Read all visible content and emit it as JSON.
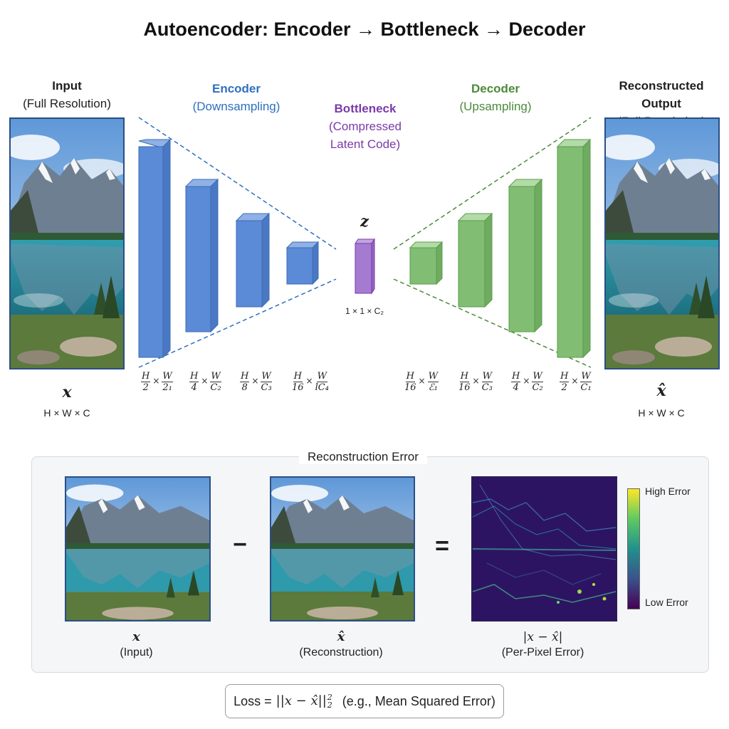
{
  "title": "Autoencoder: Encoder → Bottleneck → Decoder",
  "input": {
    "heading": "Input",
    "sub": "(Full Resolution)",
    "var": "x",
    "dims": "H × W × C"
  },
  "output": {
    "heading": "Reconstructed Output",
    "sub": "(Full Resolution)",
    "var": "x̂",
    "dims": "H × W × C"
  },
  "encoder": {
    "heading": "Encoder",
    "sub": "(Downsampling)",
    "color": "#5b8ad6"
  },
  "decoder": {
    "heading": "Decoder",
    "sub": "(Upsampling)",
    "color": "#82bd74"
  },
  "bottleneck": {
    "heading": "Bottleneck",
    "sub1": "(Compressed",
    "sub2": "Latent Code)",
    "var": "z",
    "dims": "1 × 1 × C₂",
    "color": "#a57bd1"
  },
  "encoder_dims": [
    {
      "hn": "H",
      "hd": "2",
      "wn": "W",
      "wd": "2₁"
    },
    {
      "hn": "H",
      "hd": "4",
      "wn": "W",
      "wd": "C₂"
    },
    {
      "hn": "H",
      "hd": "8",
      "wn": "W",
      "wd": "C₃"
    },
    {
      "hn": "H",
      "hd": "16",
      "wn": "W",
      "wd": "lC₄"
    }
  ],
  "decoder_dims": [
    {
      "hn": "H",
      "hd": "16",
      "wn": "W",
      "wd": "ℰ₁"
    },
    {
      "hn": "H",
      "hd": "16",
      "wn": "W",
      "wd": "C₃"
    },
    {
      "hn": "H",
      "hd": "4",
      "wn": "W",
      "wd": "C₂"
    },
    {
      "hn": "H",
      "hd": "2",
      "wn": "W",
      "wd": "C₁"
    }
  ],
  "error_panel": {
    "title": "Reconstruction Error",
    "minus": "−",
    "equals": "=",
    "items": [
      {
        "var": "x",
        "label": "(Input)"
      },
      {
        "var": "x̂",
        "label": "(Reconstruction)"
      },
      {
        "var": "|x − x̂|",
        "label": "(Per-Pixel Error)"
      }
    ],
    "colorbar_high": "High Error",
    "colorbar_low": "Low Error"
  },
  "loss": {
    "prefix": "Loss =",
    "formula": "||x − x̂||",
    "sup": "2",
    "sub": "2",
    "note": "(e.g., Mean Squared Error)"
  }
}
